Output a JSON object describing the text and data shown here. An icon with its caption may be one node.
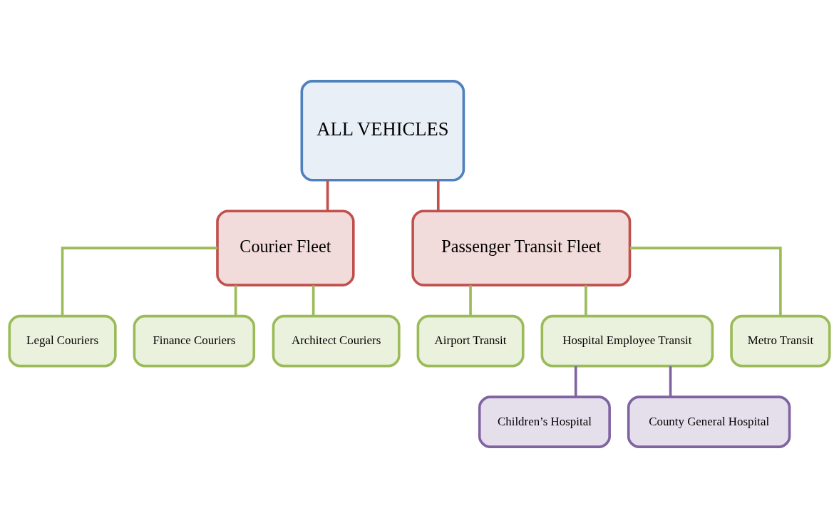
{
  "diagram": {
    "nodes": [
      {
        "text": [
          "ALL VEHICLES"
        ]
      },
      {
        "text": [
          "Courier Fleet"
        ]
      },
      {
        "text": [
          "Passenger Transit Fleet"
        ]
      },
      {
        "text": [
          "Legal Couriers"
        ]
      },
      {
        "text": [
          "Finance Couriers"
        ]
      },
      {
        "text": [
          "Architect Couriers"
        ]
      },
      {
        "text": [
          "Airport Transit"
        ]
      },
      {
        "text": [
          "Hospital Employee Transit"
        ]
      },
      {
        "text": [
          "Metro Transit"
        ]
      },
      {
        "text": [
          "Children’s Hospital"
        ]
      },
      {
        "text": [
          "County General Hospital"
        ]
      }
    ],
    "edges": [
      {
        "from": 0,
        "to": 1,
        "arrow": "none",
        "color": "#c0504d"
      },
      {
        "from": 0,
        "to": 2,
        "arrow": "none",
        "color": "#c0504d"
      },
      {
        "from": 1,
        "to": 3,
        "arrow": "none"
      },
      {
        "from": 1,
        "to": 4,
        "arrow": "none"
      },
      {
        "from": 1,
        "to": 5,
        "arrow": "none"
      },
      {
        "from": 2,
        "to": 6,
        "arrow": "none"
      },
      {
        "from": 2,
        "to": 7,
        "arrow": "none"
      },
      {
        "from": 2,
        "to": 8,
        "arrow": "none"
      },
      {
        "from": 7,
        "to": 9,
        "arrow": "none",
        "color": "#8064a2"
      },
      {
        "from": 7,
        "to": 10,
        "arrow": "none",
        "color": "#8064a2"
      }
    ]
  }
}
